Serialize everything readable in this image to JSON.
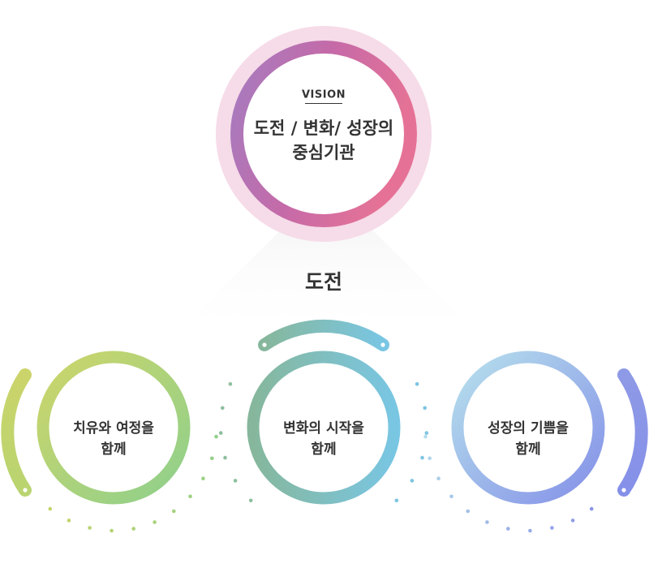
{
  "vision": {
    "tag": "VISION",
    "title_line1": "도전 / 변화/ 성장의",
    "title_line2": "중심기관"
  },
  "center_word": "도전",
  "nodes": [
    {
      "line1": "치유와 여정을",
      "line2": "함께",
      "color_start": "#c5d46b",
      "color_end": "#8fd08a"
    },
    {
      "line1": "변화의 시작을",
      "line2": "함께",
      "color_start": "#8cbf9c",
      "color_end": "#7cc4e0"
    },
    {
      "line1": "성장의 기쁨을",
      "line2": "함께",
      "color_start": "#b3dcea",
      "color_end": "#8a96e6"
    }
  ],
  "colors": {
    "vision_ring_start": "#a57cc0",
    "vision_ring_end": "#e06a9a",
    "vision_halo": "#f5dbe8",
    "pyramid": "#f0f0f0"
  }
}
